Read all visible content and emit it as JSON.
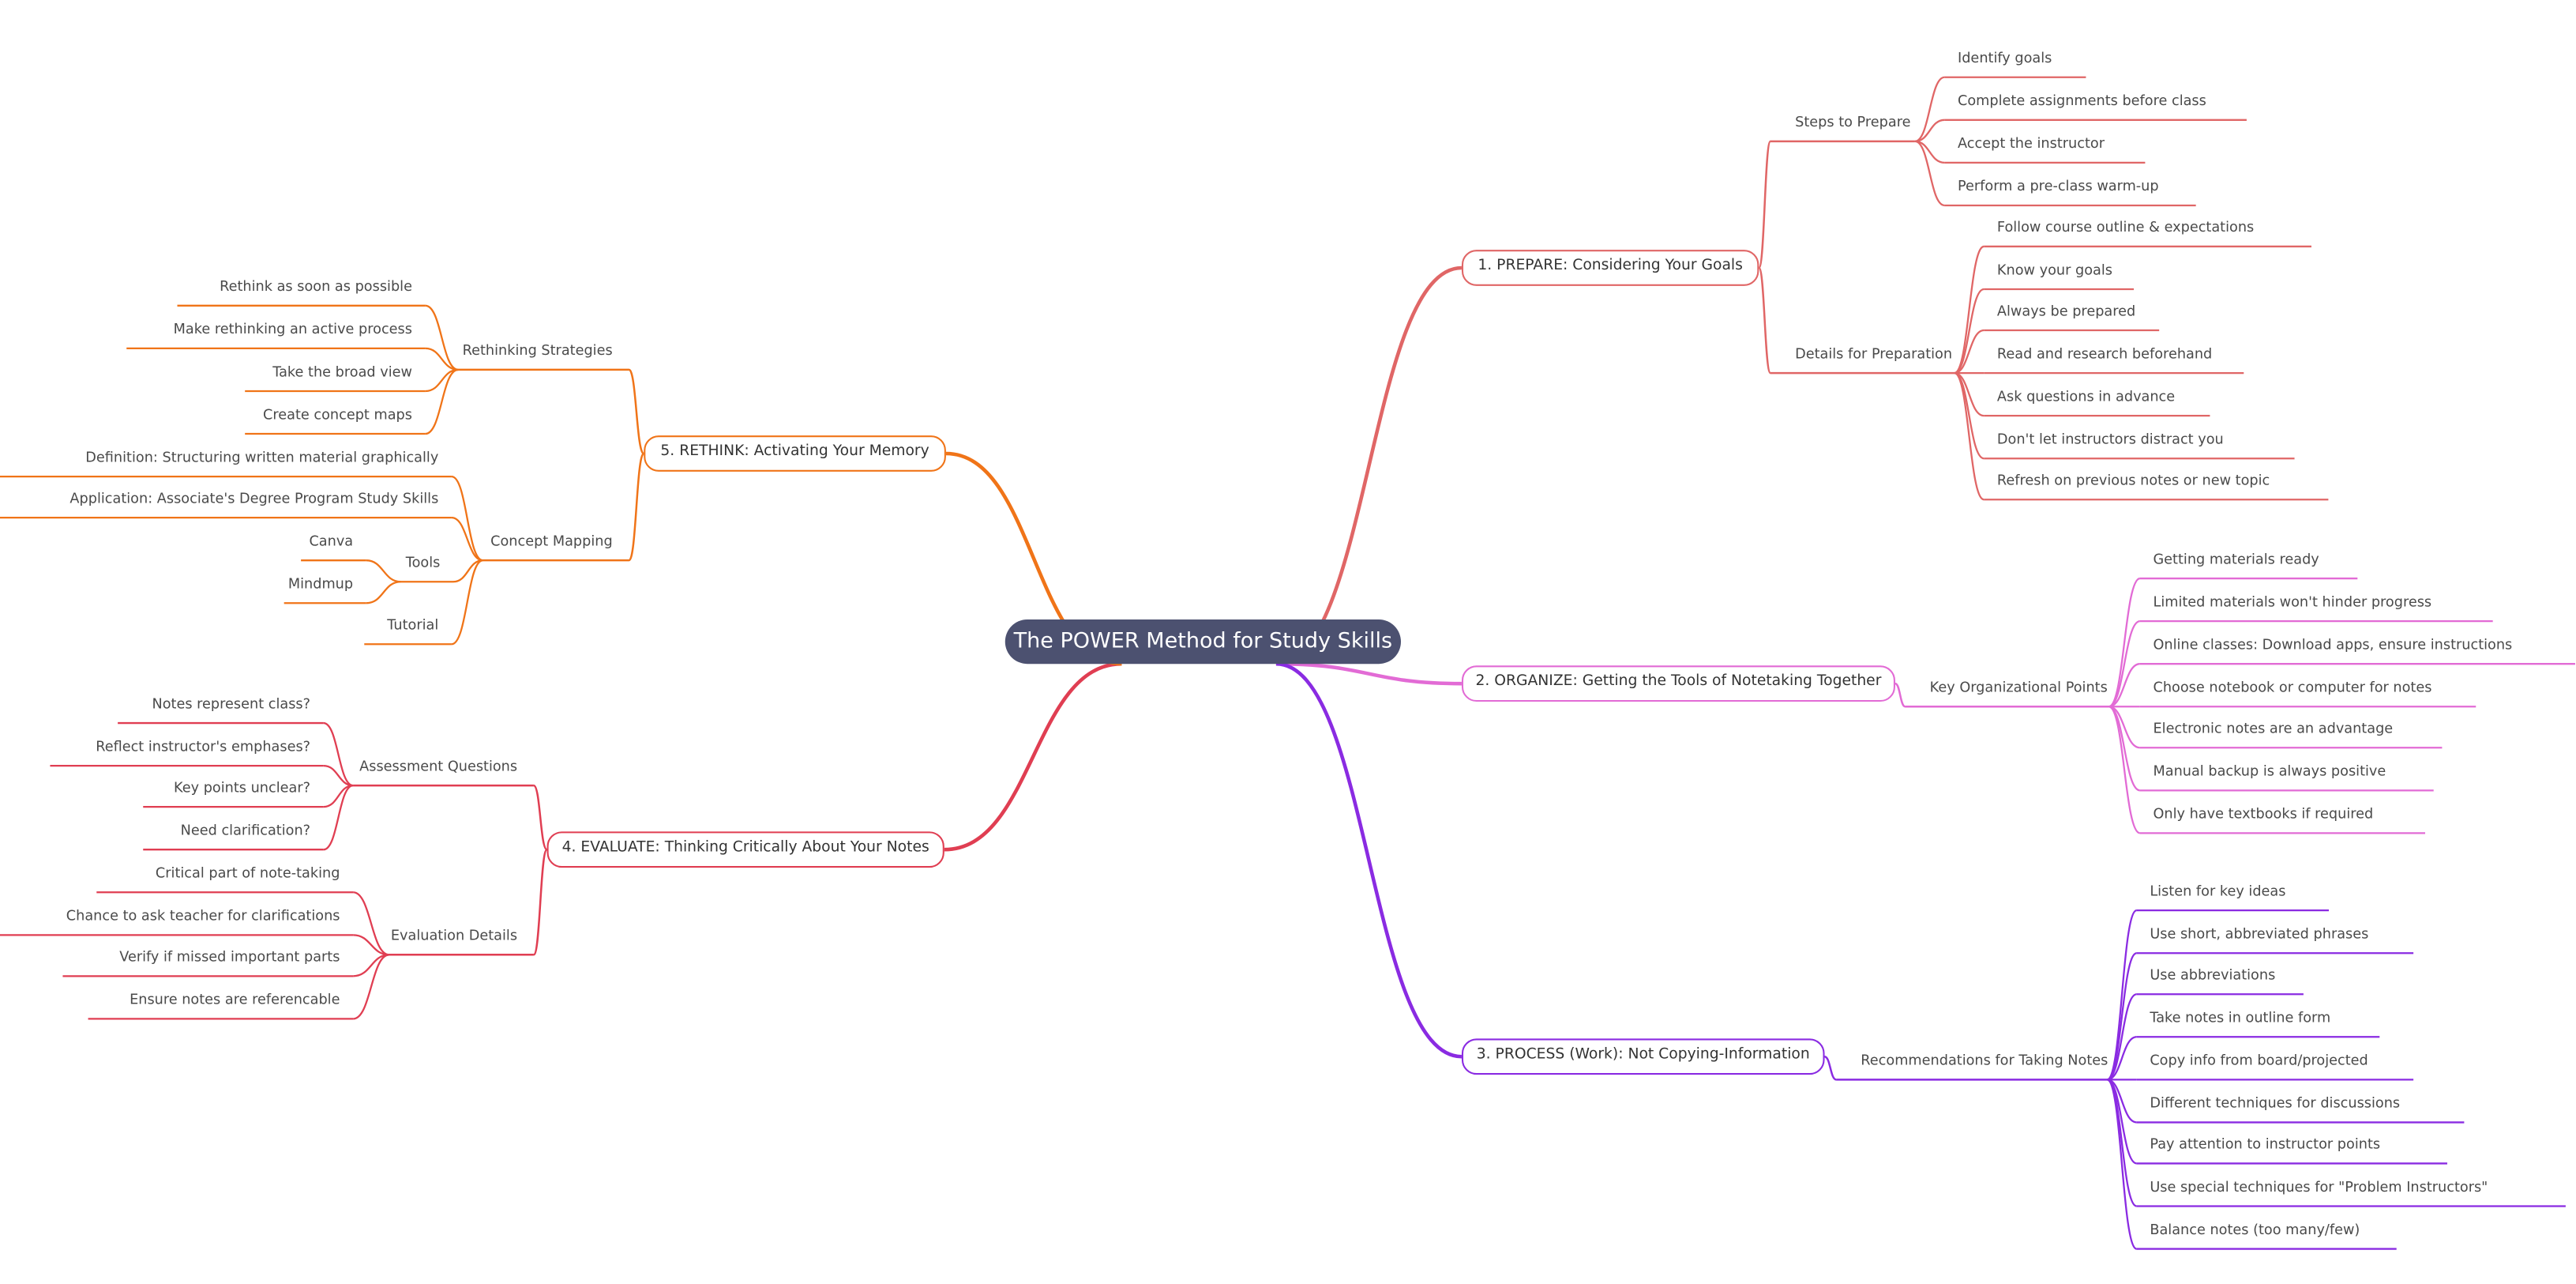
{
  "root": {
    "title": "The POWER Method for Study Skills"
  },
  "colors": {
    "root_bg": "#4c5170",
    "prepare": "#e06666",
    "organize": "#e26bd5",
    "process": "#8a2be2",
    "evaluate": "#e03e52",
    "rethink": "#f07418"
  },
  "branches": [
    {
      "title": "1. PREPARE: Considering Your Goals",
      "color": "prepare",
      "groups": [
        {
          "title": "Steps to Prepare",
          "items": [
            "Identify goals",
            "Complete assignments before class",
            "Accept the instructor",
            "Perform a pre-class warm-up"
          ]
        },
        {
          "title": "Details for Preparation",
          "items": [
            "Follow course outline & expectations",
            "Know your goals",
            "Always be prepared",
            "Read and research beforehand",
            "Ask questions in advance",
            "Don't let instructors distract you",
            "Refresh on previous notes or new topic"
          ]
        }
      ]
    },
    {
      "title": "2. ORGANIZE: Getting the Tools of Notetaking Together",
      "color": "organize",
      "groups": [
        {
          "title": "Key Organizational Points",
          "items": [
            "Getting materials ready",
            "Limited materials won't hinder progress",
            "Online classes: Download apps, ensure instructions",
            "Choose notebook or computer for notes",
            "Electronic notes are an advantage",
            "Manual backup is always positive",
            "Only have textbooks if required"
          ]
        }
      ]
    },
    {
      "title": "3. PROCESS (Work): Not Copying-Information",
      "color": "process",
      "groups": [
        {
          "title": "Recommendations for Taking Notes",
          "items": [
            "Listen for key ideas",
            "Use short, abbreviated phrases",
            "Use abbreviations",
            "Take notes in outline form",
            "Copy info from board/projected",
            "Different techniques for discussions",
            "Pay attention to instructor points",
            "Use special techniques for \"Problem Instructors\"",
            "Balance notes (too many/few)"
          ]
        }
      ]
    },
    {
      "title": "4. EVALUATE: Thinking Critically About Your Notes",
      "color": "evaluate",
      "groups": [
        {
          "title": "Assessment Questions",
          "items": [
            "Notes represent class?",
            "Reflect instructor's emphases?",
            "Key points unclear?",
            "Need clarification?"
          ]
        },
        {
          "title": "Evaluation Details",
          "items": [
            "Critical part of note-taking",
            "Chance to ask teacher for clarifications",
            "Verify if missed important parts",
            "Ensure notes are referencable"
          ]
        }
      ]
    },
    {
      "title": "5. RETHINK: Activating Your Memory",
      "color": "rethink",
      "groups": [
        {
          "title": "Rethinking Strategies",
          "items": [
            "Rethink as soon as possible",
            "Make rethinking an active process",
            "Take the broad view",
            "Create concept maps"
          ]
        },
        {
          "title": "Concept Mapping",
          "items": [
            "Definition: Structuring written material graphically",
            "Application: Associate's Degree Program Study Skills",
            "Tutorial"
          ],
          "subgroup": {
            "title": "Tools",
            "items": [
              "Canva",
              "Mindmup"
            ]
          }
        }
      ]
    }
  ]
}
